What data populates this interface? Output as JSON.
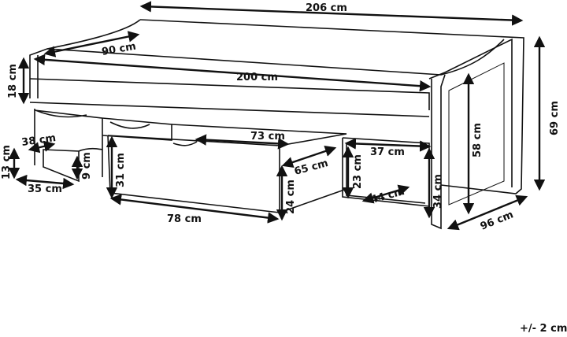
{
  "labels": {
    "overall_length": "206 cm",
    "depth_top": "90 cm",
    "inner_length": "200 cm",
    "rail_height": "18 cm",
    "total_height": "69 cm",
    "side_height": "58 cm",
    "total_depth": "96 cm",
    "large_drawer_width": "73 cm",
    "large_drawer_depth": "65 cm",
    "right_drawer_width": "37 cm",
    "right_drawer_outer_height": "34 cm",
    "right_drawer_height": "23 cm",
    "right_drawer_depth": "44 cm",
    "large_drawer_height": "24 cm",
    "large_drawer_front_height": "31 cm",
    "large_drawer_front_width": "78 cm",
    "small_drawer_width": "38 cm",
    "small_drawer_height": "13 cm",
    "small_drawer_depth": "35 cm",
    "small_drawer_inner_height": "9 cm",
    "tolerance": "+/- 2 cm"
  }
}
